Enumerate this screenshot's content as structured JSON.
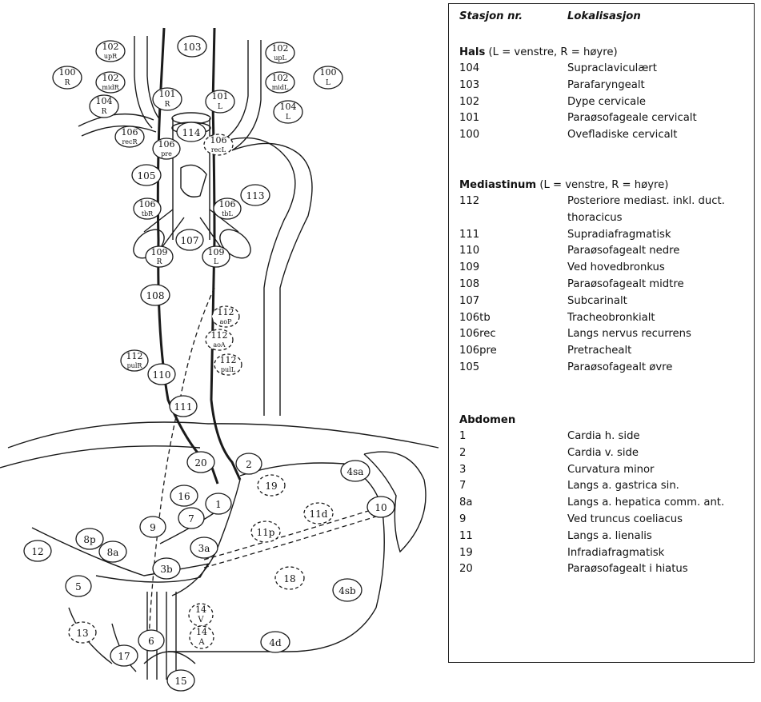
{
  "stations": {
    "s104": "104",
    "s103": "103",
    "s102": "102",
    "s101": "101",
    "s100": "100",
    "s114": "114",
    "s106": "106",
    "s105": "105",
    "s107": "107",
    "s113": "113",
    "s109": "109",
    "s108": "108",
    "s112": "112",
    "s110": "110",
    "s111": "111",
    "s20": "20",
    "s2": "2",
    "s19": "19",
    "s4sa": "4sa",
    "s16": "16",
    "s1": "1",
    "s11d": "11d",
    "s10": "10",
    "s9": "9",
    "s7": "7",
    "s11p": "11p",
    "s8p": "8p",
    "s12": "12",
    "s8a": "8a",
    "s3a": "3a",
    "s18": "18",
    "s5": "5",
    "s3b": "3b",
    "s4sb": "4sb",
    "s14": "14",
    "s13": "13",
    "s6": "6",
    "s4d": "4d",
    "s17": "17",
    "s15": "15"
  },
  "subscripts": {
    "upR": "upR",
    "upL": "upL",
    "R": "R",
    "L": "L",
    "midR": "midR",
    "midL": "midL",
    "recR": "recR",
    "recL": "recL",
    "pre": "pre",
    "tbR": "tbR",
    "tbL": "tbL",
    "aoP": "aoP",
    "aoA": "aoA",
    "pulR": "pulR",
    "pulL": "pulL",
    "V": "V",
    "A": "A"
  },
  "legend": {
    "col1": "Stasjon nr.",
    "col2": "Lokalisasjon",
    "hals": {
      "title": "Hals",
      "note": " (L = venstre, R = høyre)",
      "rows": [
        {
          "nr": "104",
          "loc": "Supraclaviculært"
        },
        {
          "nr": "103",
          "loc": "Parafaryngealt"
        },
        {
          "nr": "102",
          "loc": "Dype cervicale"
        },
        {
          "nr": "101",
          "loc": "Paraøsofageale cervicalt"
        },
        {
          "nr": "100",
          "loc": "Ovefladiske cervicalt"
        }
      ]
    },
    "mediastinum": {
      "title": "Mediastinum",
      "note": " (L = venstre, R = høyre)",
      "rows": [
        {
          "nr": "112",
          "loc": "Posteriore mediast. inkl. duct. thoracicus"
        },
        {
          "nr": "111",
          "loc": "Supradiafragmatisk"
        },
        {
          "nr": "110",
          "loc": "Paraøsofagealt nedre"
        },
        {
          "nr": "109",
          "loc": "Ved hovedbronkus"
        },
        {
          "nr": "108",
          "loc": "Paraøsofagealt midtre"
        },
        {
          "nr": "107",
          "loc": "Subcarinalt"
        },
        {
          "nr": "106tb",
          "loc": "Tracheobronkialt"
        },
        {
          "nr": "106rec",
          "loc": "Langs nervus recurrens"
        },
        {
          "nr": "106pre",
          "loc": "Pretrachealt"
        },
        {
          "nr": "105",
          "loc": "Paraøsofagealt øvre"
        }
      ]
    },
    "abdomen": {
      "title": "Abdomen",
      "rows": [
        {
          "nr": "1",
          "loc": "Cardia h. side"
        },
        {
          "nr": "2",
          "loc": "Cardia v. side"
        },
        {
          "nr": "3",
          "loc": "Curvatura minor"
        },
        {
          "nr": "7",
          "loc": "Langs a. gastrica sin."
        },
        {
          "nr": "8a",
          "loc": "Langs a. hepatica comm. ant."
        },
        {
          "nr": "9",
          "loc": "Ved truncus coeliacus"
        },
        {
          "nr": "11",
          "loc": "Langs a. lienalis"
        },
        {
          "nr": "19",
          "loc": "Infradiafragmatisk"
        },
        {
          "nr": "20",
          "loc": "Paraøsofagealt i hiatus"
        }
      ]
    }
  }
}
